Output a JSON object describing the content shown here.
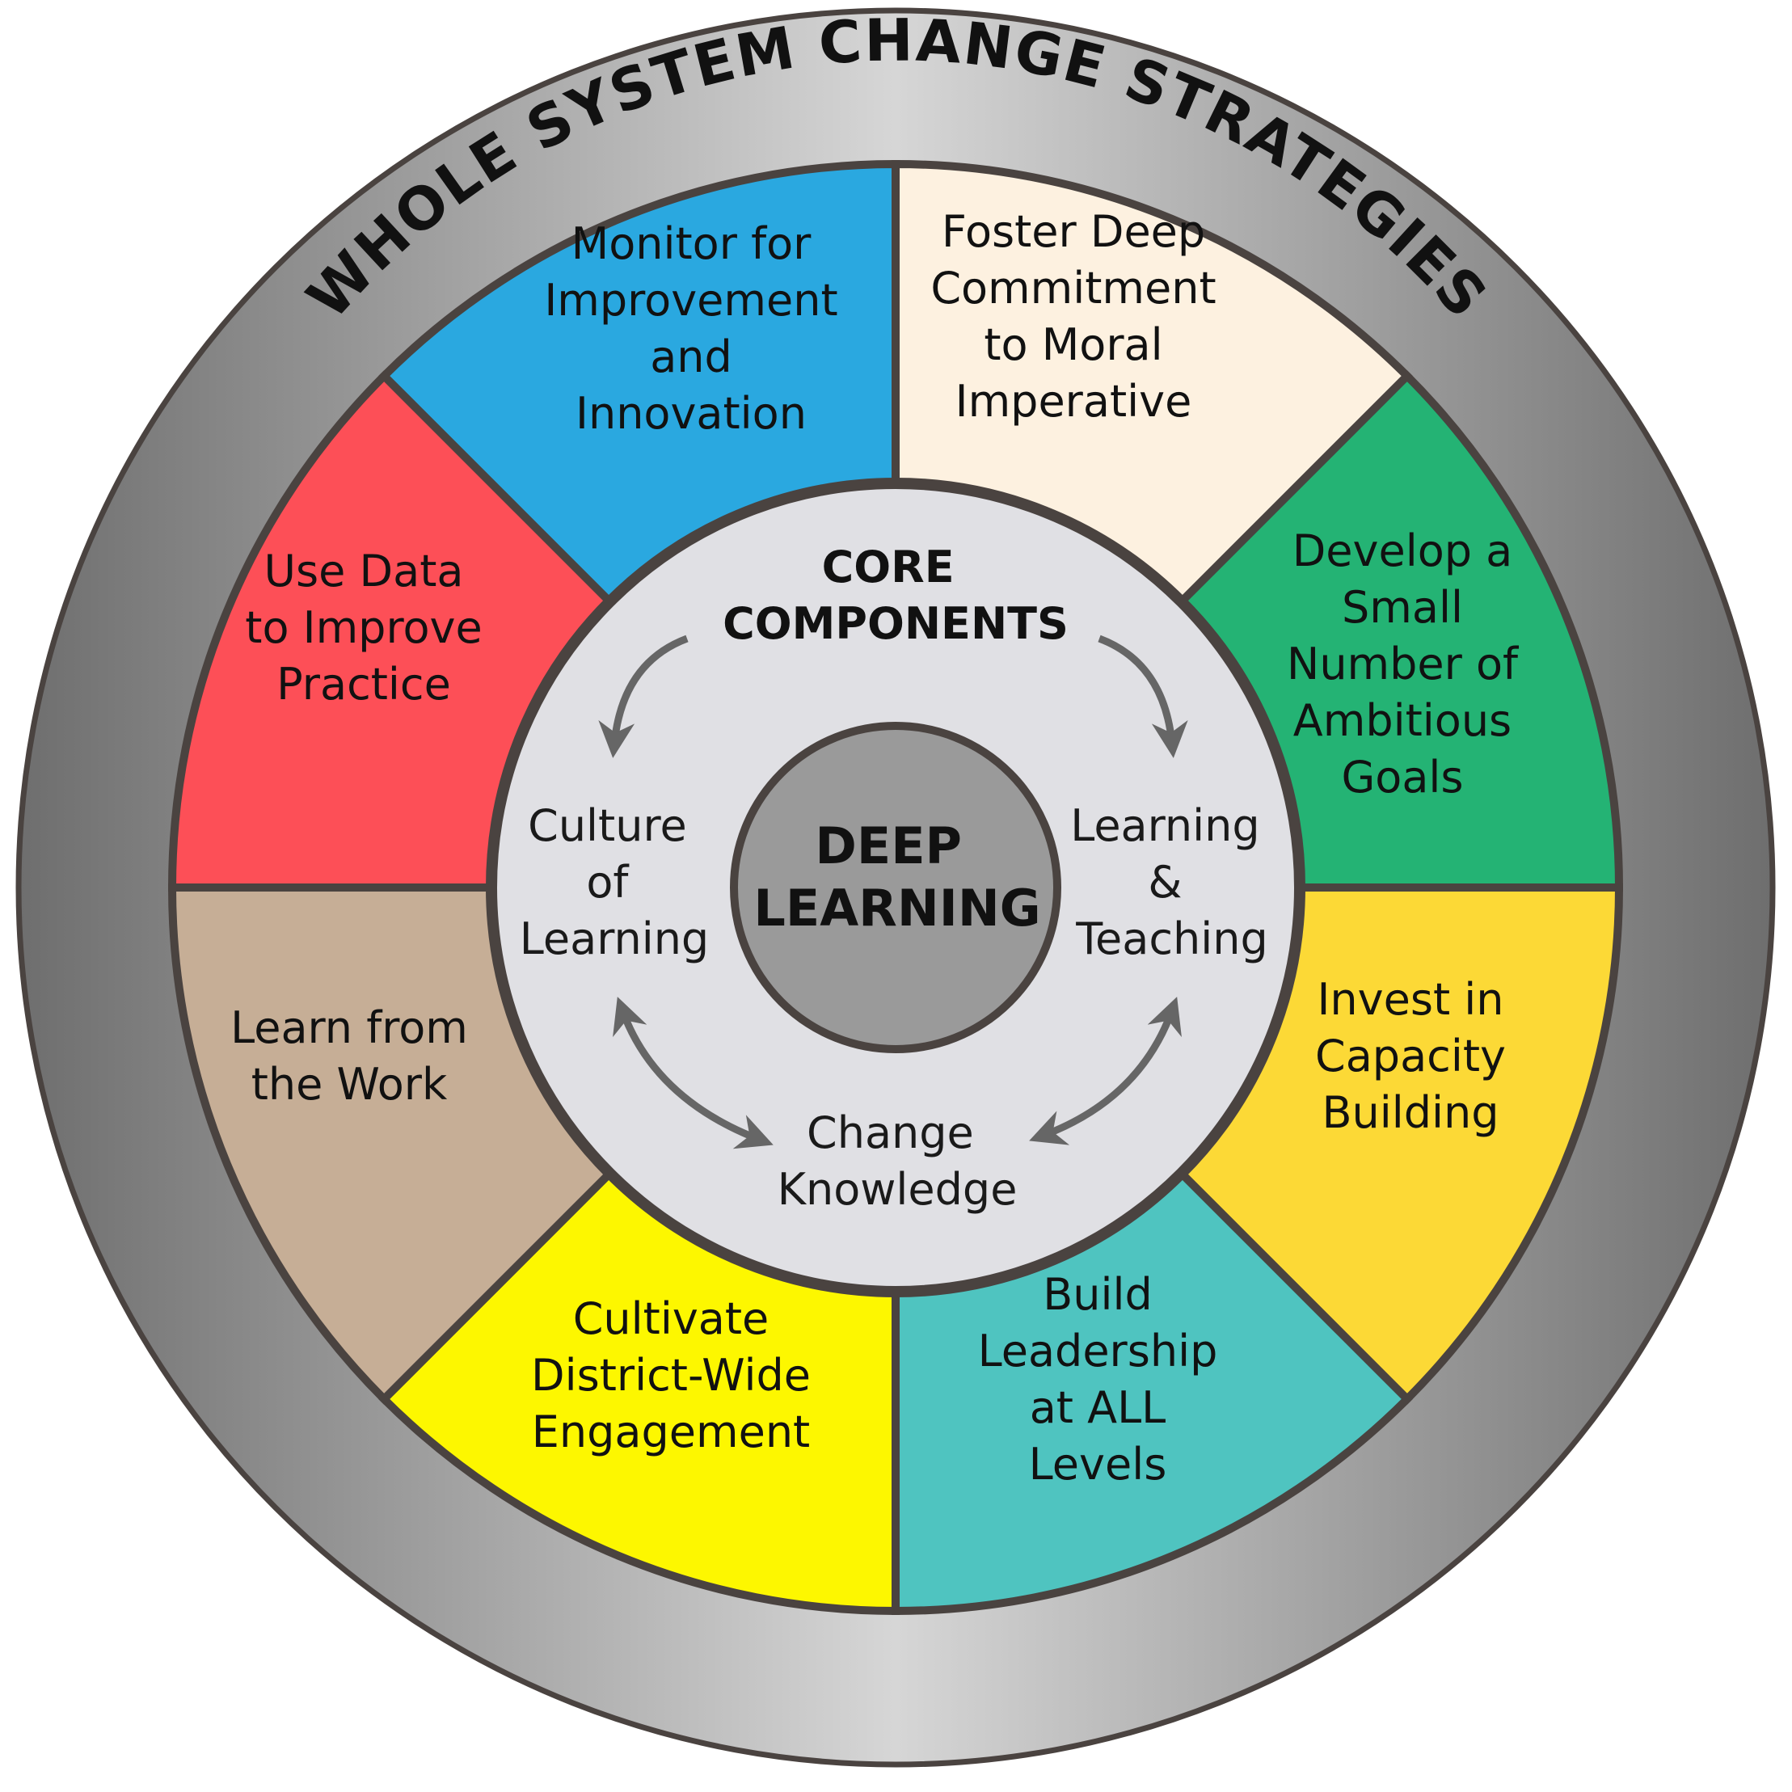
{
  "ring_title": "WHOLE SYSTEM CHANGE STRATEGIES",
  "colors": {
    "outer_ring": "#8a8a8a",
    "outline": "#4a4340",
    "core_ring": "#e0e0e4",
    "center": "#9a9a9a",
    "arrow": "#666666"
  },
  "strategies": [
    {
      "lines": [
        "Monitor for",
        "Improvement",
        "and",
        "Innovation"
      ],
      "color": "#2aa8e0"
    },
    {
      "lines": [
        "Foster Deep",
        "Commitment",
        "to Moral",
        "Imperative"
      ],
      "color": "#fdf1e0"
    },
    {
      "lines": [
        "Develop a",
        "Small",
        "Number of",
        "Ambitious",
        "Goals"
      ],
      "color": "#24b374"
    },
    {
      "lines": [
        "Invest in",
        "Capacity",
        "Building"
      ],
      "color": "#fcd936"
    },
    {
      "lines": [
        "Build",
        "Leadership",
        "at ALL",
        "Levels"
      ],
      "color": "#4fc4c0"
    },
    {
      "lines": [
        "Cultivate",
        "District-Wide",
        "Engagement"
      ],
      "color": "#fdf700"
    },
    {
      "lines": [
        "Learn from",
        "the Work"
      ],
      "color": "#c6ae96"
    },
    {
      "lines": [
        "Use Data",
        "to Improve",
        "Practice"
      ],
      "color": "#fd4f57"
    }
  ],
  "core": {
    "title_lines": [
      "CORE",
      "COMPONENTS"
    ],
    "components": [
      {
        "lines": [
          "Culture",
          "of",
          "Learning"
        ]
      },
      {
        "lines": [
          "Learning",
          "&",
          "Teaching"
        ]
      },
      {
        "lines": [
          "Change",
          "Knowledge"
        ]
      }
    ]
  },
  "center": {
    "lines": [
      "DEEP",
      "LEARNING"
    ]
  }
}
